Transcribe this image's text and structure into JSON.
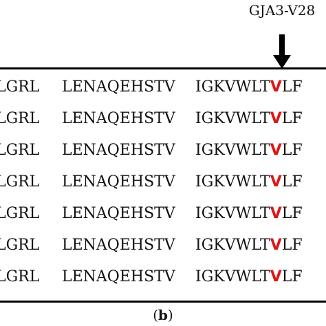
{
  "marker": {
    "label": "GJA3-V28"
  },
  "alignment": {
    "rows": [
      {
        "left": "LGRL",
        "middle": "LENAQEHSTV",
        "right_prefix": "IGKVWLT",
        "highlight": "V",
        "right_suffix": "LF"
      },
      {
        "left": "LGRL",
        "middle": "LENAQEHSTV",
        "right_prefix": "IGKVWLT",
        "highlight": "V",
        "right_suffix": "LF"
      },
      {
        "left": "LGRL",
        "middle": "LENAQEHSTV",
        "right_prefix": "IGKVWLT",
        "highlight": "V",
        "right_suffix": "LF"
      },
      {
        "left": "LGRL",
        "middle": "LENAQEHSTV",
        "right_prefix": "IGKVWLT",
        "highlight": "V",
        "right_suffix": "LF"
      },
      {
        "left": "LGRL",
        "middle": "LENAQEHSTV",
        "right_prefix": "IGKVWLT",
        "highlight": "V",
        "right_suffix": "LF"
      },
      {
        "left": "LGRL",
        "middle": "LENAQEHSTV",
        "right_prefix": "IGKVWLT",
        "highlight": "V",
        "right_suffix": "LF"
      },
      {
        "left": "LGRL",
        "middle": "LENAQEHSTV",
        "right_prefix": "IGKVWLT",
        "highlight": "V",
        "right_suffix": "LF"
      }
    ]
  },
  "caption": {
    "open": "(",
    "label": "b",
    "close": ")"
  },
  "colors": {
    "highlight": "#e01515",
    "text": "#111111",
    "rule": "#000000"
  }
}
